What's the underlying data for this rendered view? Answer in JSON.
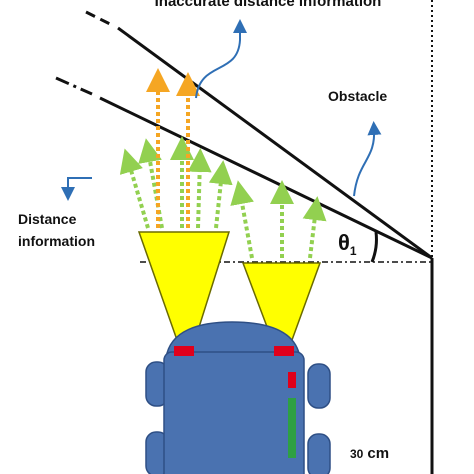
{
  "labels": {
    "inaccurate": "Inaccurate distance information",
    "obstacle": "Obstacle",
    "distance_line1": "Distance",
    "distance_line2": "information",
    "theta_base": "θ",
    "theta_sub": "1",
    "dist_value": "30",
    "dist_unit": "cm"
  },
  "colors": {
    "wall": "#111111",
    "ray_green": "#92d050",
    "ray_orange": "#f5a623",
    "cone_yellow": "#ffff00",
    "cone_outline": "#6b6b00",
    "robot_body": "#4a72b0",
    "robot_outline": "#2e4f85",
    "sensor_red": "#e0001b",
    "led_green": "#2ea043",
    "callout_blue": "#2f6fb5"
  }
}
